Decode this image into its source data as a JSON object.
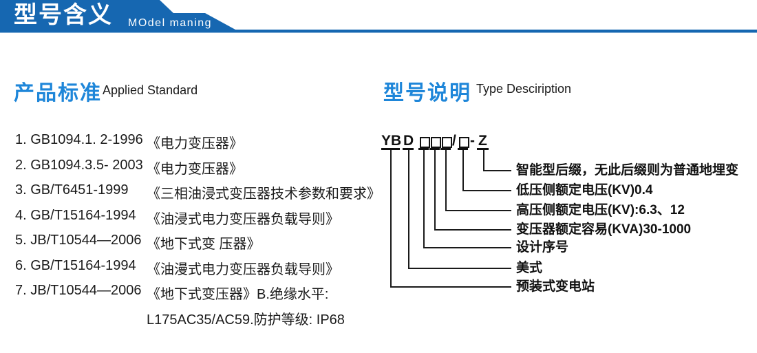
{
  "header": {
    "title": "型号含义",
    "subtitle": "MOdel maning",
    "banner_color": "#1667b1"
  },
  "standards": {
    "heading": "产品标准",
    "heading_en": "Applied Standard",
    "items": [
      {
        "code": "1. GB1094.1. 2-1996",
        "title": "《电力变压器》"
      },
      {
        "code": "2. GB1094.3.5- 2003",
        "title": "《电力变压器》"
      },
      {
        "code": "3. GB/T6451-1999",
        "title": "《三相油浸式变压器技术参数和要求》"
      },
      {
        "code": "4. GB/T15164-1994",
        "title": "《油浸式电力变压器负载导则》"
      },
      {
        "code": "5. JB/T10544—2006",
        "title": "《地下式变 压器》"
      },
      {
        "code": "6. GB/T15164-1994",
        "title": "《油漫式电力变压器负载导则》"
      },
      {
        "code": "7. JB/T10544—2006",
        "title": "《地下式变压器》B.绝缘水平:"
      },
      {
        "code": "",
        "title": "L175AC35/AC59.防护等级: IP68"
      }
    ]
  },
  "model": {
    "heading": "型号说明",
    "heading_en": "Type Desciription",
    "code_display": "YBD□□□/□-Z",
    "segments": {
      "prefix": "YB",
      "series": "D",
      "slash": "/",
      "dash": "-",
      "suffix": "Z"
    },
    "labels": [
      {
        "text": "智能型后缀，无此后缀则为普通地埋变"
      },
      {
        "text": "低压侧额定电压(KV)0.4"
      },
      {
        "text": "高压侧额定电压(KV):6.3、12"
      },
      {
        "text": "变压器额定容易(KVA)30-1000"
      },
      {
        "text": "设计序号"
      },
      {
        "text": "美式"
      },
      {
        "text": "预装式变电站"
      }
    ]
  },
  "colors": {
    "banner": "#1667b1",
    "heading_blue": "#1e86d9",
    "text": "#1b1b1b",
    "line": "#1a1a1a"
  }
}
